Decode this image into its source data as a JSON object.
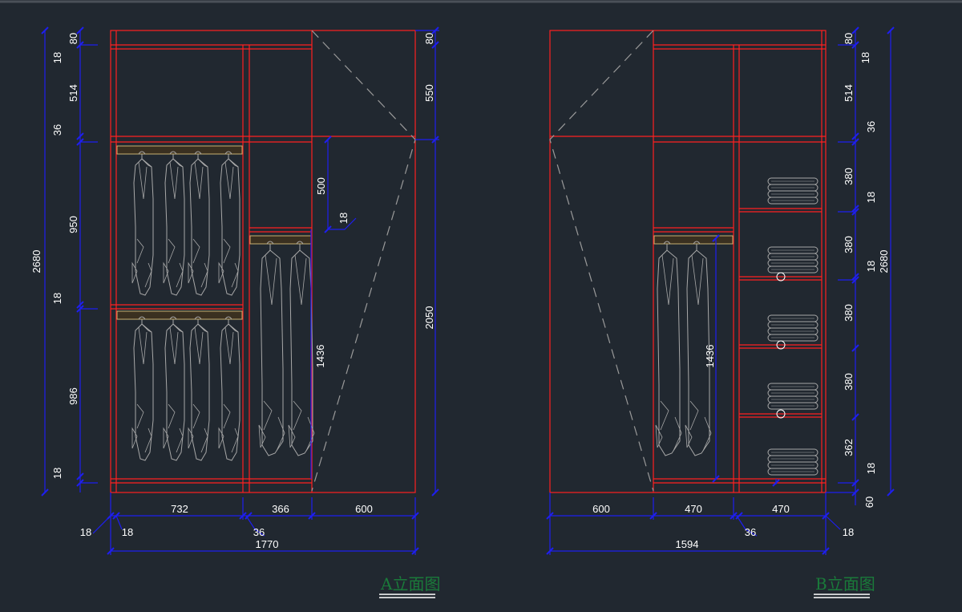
{
  "colors": {
    "background": "#212830",
    "cabinet_line": "#ff2020",
    "dimension_line": "#1e1ef0",
    "dimension_text": "#ffffff",
    "hidden_line": "#9a9a9a",
    "garment_line": "#a8a8a8",
    "title_text": "#1a7a3a",
    "title_underline": "#ffffff"
  },
  "view_a": {
    "title": "A立面图",
    "left_dims": {
      "total": "2680",
      "segments": [
        "80",
        "18",
        "514",
        "36",
        "950",
        "18",
        "986",
        "18"
      ]
    },
    "right_dims": {
      "segments": [
        "80",
        "550",
        "2050"
      ]
    },
    "inner_dims": {
      "top_shelf_gap": "500",
      "shelf": "18",
      "hanging_height": "1436"
    },
    "bottom_dims": {
      "widths": [
        "732",
        "366",
        "600"
      ],
      "boards": [
        "18",
        "18",
        "36"
      ],
      "total": "1770"
    }
  },
  "view_b": {
    "title": "B立面图",
    "right_dims": {
      "total": "2680",
      "segments": [
        "80",
        "18",
        "514",
        "36",
        "380",
        "18",
        "380",
        "18",
        "380",
        "380",
        "362",
        "18",
        "60"
      ]
    },
    "inner_dims": {
      "hanging_height": "1436"
    },
    "bottom_dims": {
      "widths": [
        "600",
        "470",
        "470"
      ],
      "boards": [
        "36",
        "18"
      ],
      "total": "1594"
    }
  }
}
